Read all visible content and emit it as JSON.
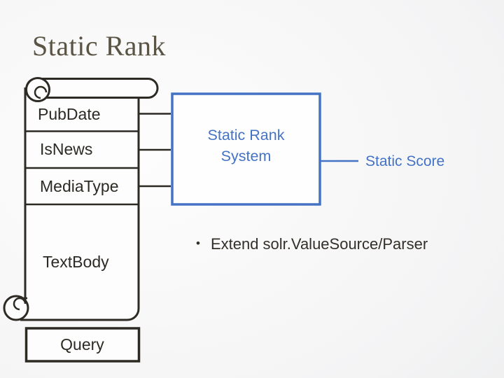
{
  "slide": {
    "title": "Static Rank",
    "colors": {
      "ink": "#2d2a24",
      "accent_blue": "#4472c4",
      "title_text": "#5a5444",
      "bullet_text": "#332f29",
      "background_center": "#fdfdfd",
      "background_edge": "#e7e8e9",
      "shape_fill": "#fdfdfd"
    }
  },
  "scroll": {
    "shape": "vertical-scroll",
    "fields": [
      {
        "label": "PubDate"
      },
      {
        "label": "IsNews"
      },
      {
        "label": "MediaType"
      },
      {
        "label": "TextBody"
      }
    ]
  },
  "query_box": {
    "label": "Query"
  },
  "system_box": {
    "label": "Static Rank\nSystem"
  },
  "output": {
    "label": "Static Score"
  },
  "bullets": [
    {
      "marker": "•",
      "text": "Extend solr.ValueSource/Parser"
    }
  ]
}
